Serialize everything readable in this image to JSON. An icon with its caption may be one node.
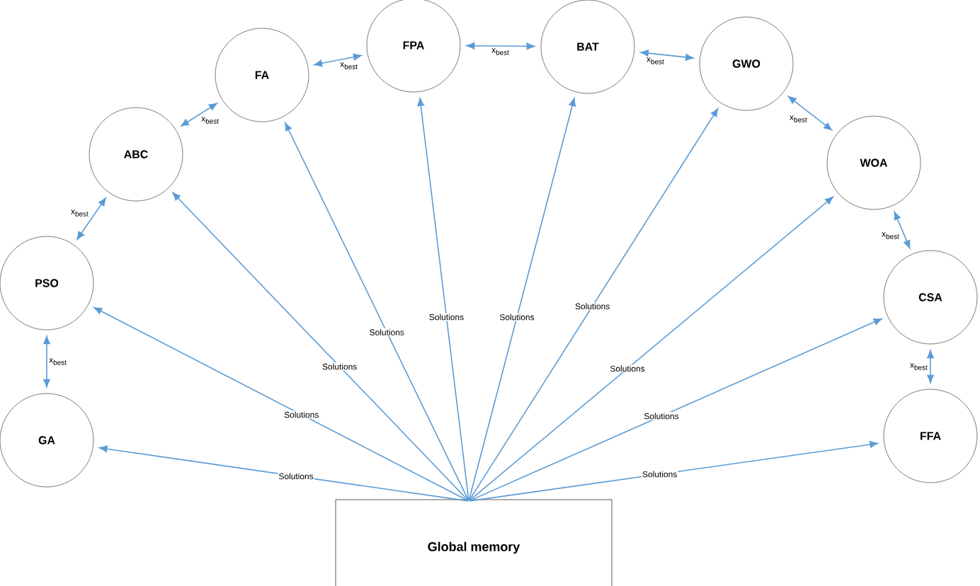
{
  "diagram": {
    "nodes": [
      {
        "text": [
          "GA"
        ]
      },
      {
        "text": [
          "PSO"
        ]
      },
      {
        "text": [
          "ABC"
        ]
      },
      {
        "text": [
          "FA"
        ]
      },
      {
        "text": [
          "FPA"
        ]
      },
      {
        "text": [
          "BAT"
        ]
      },
      {
        "text": [
          "GWO"
        ]
      },
      {
        "text": [
          "WOA"
        ]
      },
      {
        "text": [
          "CSA"
        ]
      },
      {
        "text": [
          "FFA"
        ]
      },
      {
        "text": [
          "Global memory"
        ]
      }
    ],
    "edges": [
      {
        "from": 0,
        "to": 1,
        "arrow": "both",
        "label": "x$_{best}$"
      },
      {
        "from": 1,
        "to": 2,
        "arrow": "both",
        "label": "x$_{best}$"
      },
      {
        "from": 2,
        "to": 3,
        "arrow": "both",
        "label": "x$_{best}$"
      },
      {
        "from": 3,
        "to": 4,
        "arrow": "both",
        "label": "x$_{best}$"
      },
      {
        "from": 4,
        "to": 5,
        "arrow": "both",
        "label": "x$_{best}$"
      },
      {
        "from": 5,
        "to": 6,
        "arrow": "both",
        "label": "x$_{best}$"
      },
      {
        "from": 6,
        "to": 7,
        "arrow": "both",
        "label": "x$_{best}$"
      },
      {
        "from": 7,
        "to": 8,
        "arrow": "both",
        "label": "x$_{best}$"
      },
      {
        "from": 8,
        "to": 9,
        "arrow": "both",
        "label": "x$_{best}$"
      },
      {
        "from": 10,
        "to": 0,
        "arrow": "to",
        "label": "Solutions"
      },
      {
        "from": 10,
        "to": 1,
        "arrow": "to",
        "label": "Solutions"
      },
      {
        "from": 10,
        "to": 2,
        "arrow": "to",
        "label": "Solutions"
      },
      {
        "from": 10,
        "to": 3,
        "arrow": "to",
        "label": "Solutions"
      },
      {
        "from": 10,
        "to": 4,
        "arrow": "to",
        "label": "Solutions"
      },
      {
        "from": 10,
        "to": 5,
        "arrow": "to",
        "label": "Solutions"
      },
      {
        "from": 10,
        "to": 6,
        "arrow": "to",
        "label": "Solutions"
      },
      {
        "from": 10,
        "to": 7,
        "arrow": "to",
        "label": "Solutions"
      },
      {
        "from": 10,
        "to": 8,
        "arrow": "to",
        "label": "Solutions"
      },
      {
        "from": 10,
        "to": 9,
        "arrow": "to",
        "label": "Solutions"
      }
    ]
  }
}
